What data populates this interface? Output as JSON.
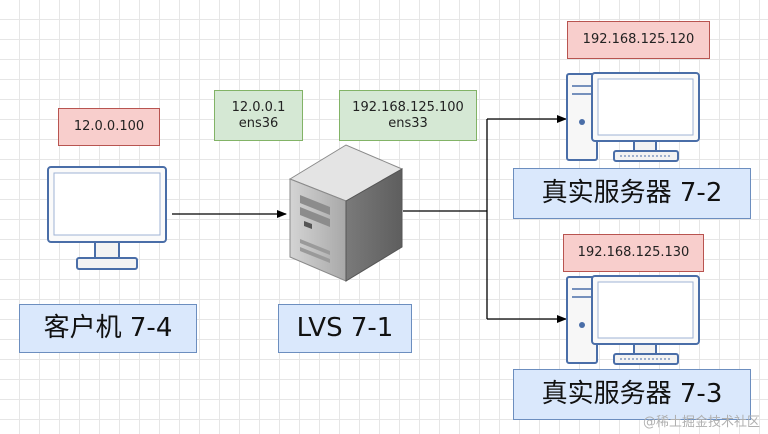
{
  "client": {
    "ip": "12.0.0.100",
    "label": "客户机 7-4"
  },
  "lvs": {
    "label": "LVS 7-1",
    "left_nic": {
      "ip": "12.0.0.1",
      "name": "ens36"
    },
    "right_nic": {
      "ip": "192.168.125.100",
      "name": "ens33"
    }
  },
  "server_a": {
    "ip": "192.168.125.120",
    "label": "真实服务器 7-2"
  },
  "server_b": {
    "ip": "192.168.125.130",
    "label": "真实服务器 7-3"
  },
  "watermark": "@稀土掘金技术社区",
  "colors": {
    "ip_fill": "#f8cecc",
    "ip_stroke": "#b85450",
    "nic_fill": "#d5e8d4",
    "nic_stroke": "#82b366",
    "label_fill": "#dae8fc",
    "label_stroke": "#6c8ebf",
    "monitor_blue": "#4a6ea8"
  }
}
